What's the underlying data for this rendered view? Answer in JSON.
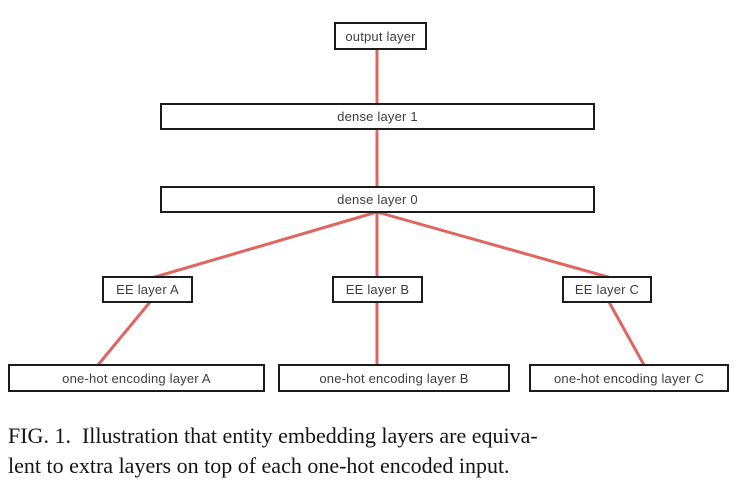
{
  "diagram": {
    "connector_color": "#dc5a52",
    "border_color": "#1b1b1b",
    "text_color": "#3d3d3d",
    "nodes": {
      "output_layer": "output layer",
      "dense_layer_1": "dense layer 1",
      "dense_layer_0": "dense layer 0",
      "ee_layer_a": "EE layer A",
      "ee_layer_b": "EE layer B",
      "ee_layer_c": "EE layer C",
      "onehot_layer_a": "one-hot encoding layer A",
      "onehot_layer_b": "one-hot encoding layer B",
      "onehot_layer_c": "one-hot encoding layer C"
    }
  },
  "caption": {
    "figure_label_line": "FIG. 1. Illustration that entity embedding layers are equiva-",
    "second_line": "lent to extra layers on top of each one-hot encoded input."
  }
}
